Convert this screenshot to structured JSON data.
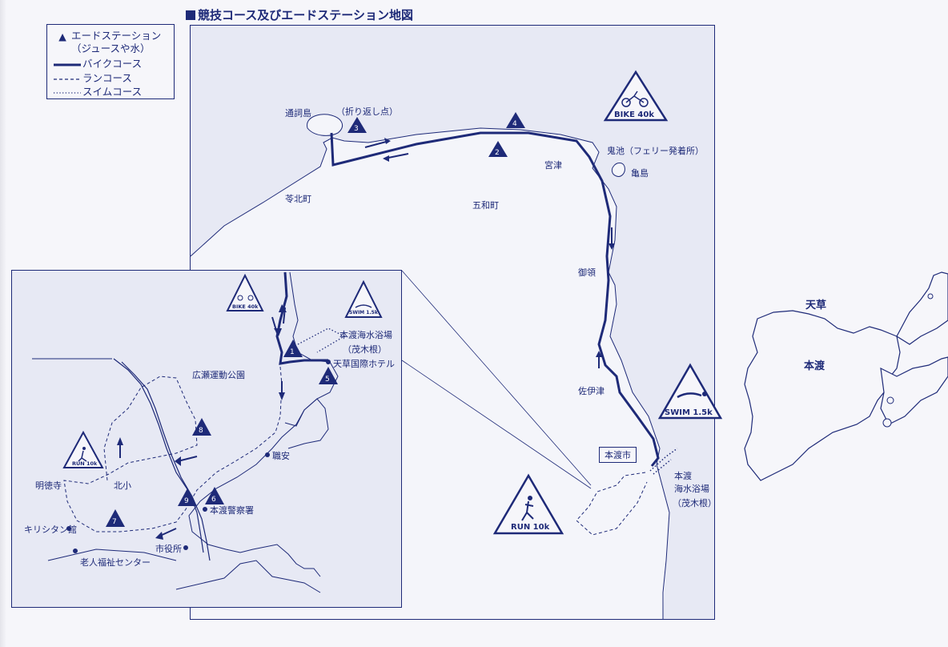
{
  "title": "競技コース及びエードステーション地図",
  "legend": {
    "aid_station": "エードステーション",
    "aid_station_sub": "（ジュースや水）",
    "bike": "バイクコース",
    "run": "ランコース",
    "swim": "スイムコース"
  },
  "main_labels": {
    "tsushijima": "通詞島",
    "turnaround": "（折り返し点）",
    "onike": "鬼池（フェリー発着所）",
    "kameshima": "亀島",
    "miyazu": "宮津",
    "reihoku": "苓北町",
    "itsuwa": "五和町",
    "goryo": "御領",
    "saitsu": "佐伊津",
    "hondo_city": "本渡市",
    "hondo_beach_1": "本渡",
    "hondo_beach_2": "海水浴場",
    "hondo_beach_3": "（茂木根）"
  },
  "inset_labels": {
    "beach_1": "本渡海水浴場",
    "beach_2": "（茂木根）",
    "hotel": "天草国際ホテル",
    "park": "広瀬運動公園",
    "shokuan": "職安",
    "police": "本渡警察署",
    "kitasho": "北小",
    "meitokuji": "明徳寺",
    "kirishitan": "キリシタン館",
    "cityhall": "市役所",
    "elderly": "老人福祉センター"
  },
  "overview_labels": {
    "amakusa": "天草",
    "hondo": "本渡"
  },
  "badges": {
    "bike": "BIKE 40k",
    "swim": "SWIM 1.5k",
    "run": "RUN 10k",
    "bike_small": "BIKE 40k",
    "swim_small": "SWIM 1.5k",
    "run_small": "RUN 10k"
  },
  "aid_stations": [
    "1",
    "2",
    "3",
    "4",
    "5",
    "6",
    "7",
    "8",
    "9"
  ],
  "colors": {
    "ink": "#1e2a78",
    "map_fill": "#e7e9f4",
    "page": "#f6f6fa"
  }
}
